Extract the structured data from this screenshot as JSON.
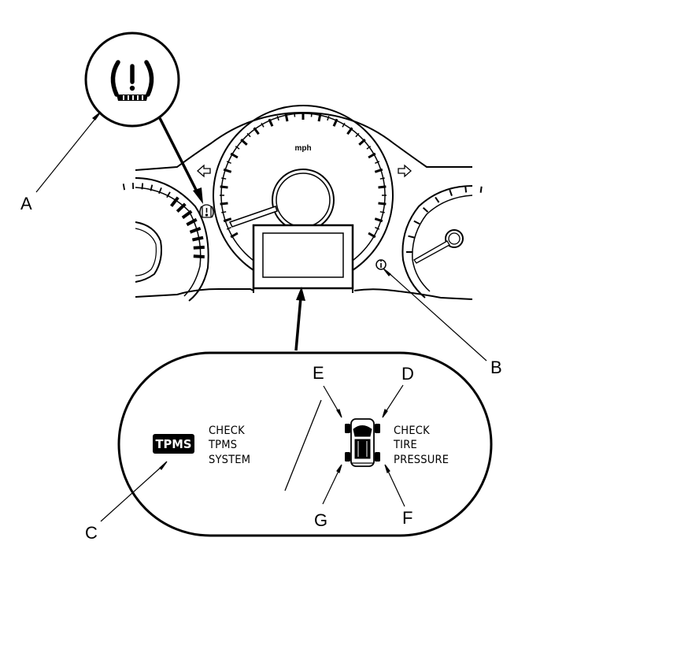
{
  "callouts": {
    "a": "A",
    "b": "B",
    "c": "C",
    "d": "D",
    "e": "E",
    "f": "F",
    "g": "G"
  },
  "speedometer": {
    "unit": "mph"
  },
  "display": {
    "tpms_badge": "TPMS",
    "left_message": [
      "CHECK",
      "TPMS",
      "SYSTEM"
    ],
    "right_message": [
      "CHECK",
      "TIRE",
      "PRESSURE"
    ]
  },
  "icons": {
    "tpms_warning": "tpms-low-pressure-icon",
    "info": "info-icon",
    "turn_left": "turn-left-arrow-icon",
    "turn_right": "turn-right-arrow-icon",
    "car": "car-top-view-icon"
  }
}
